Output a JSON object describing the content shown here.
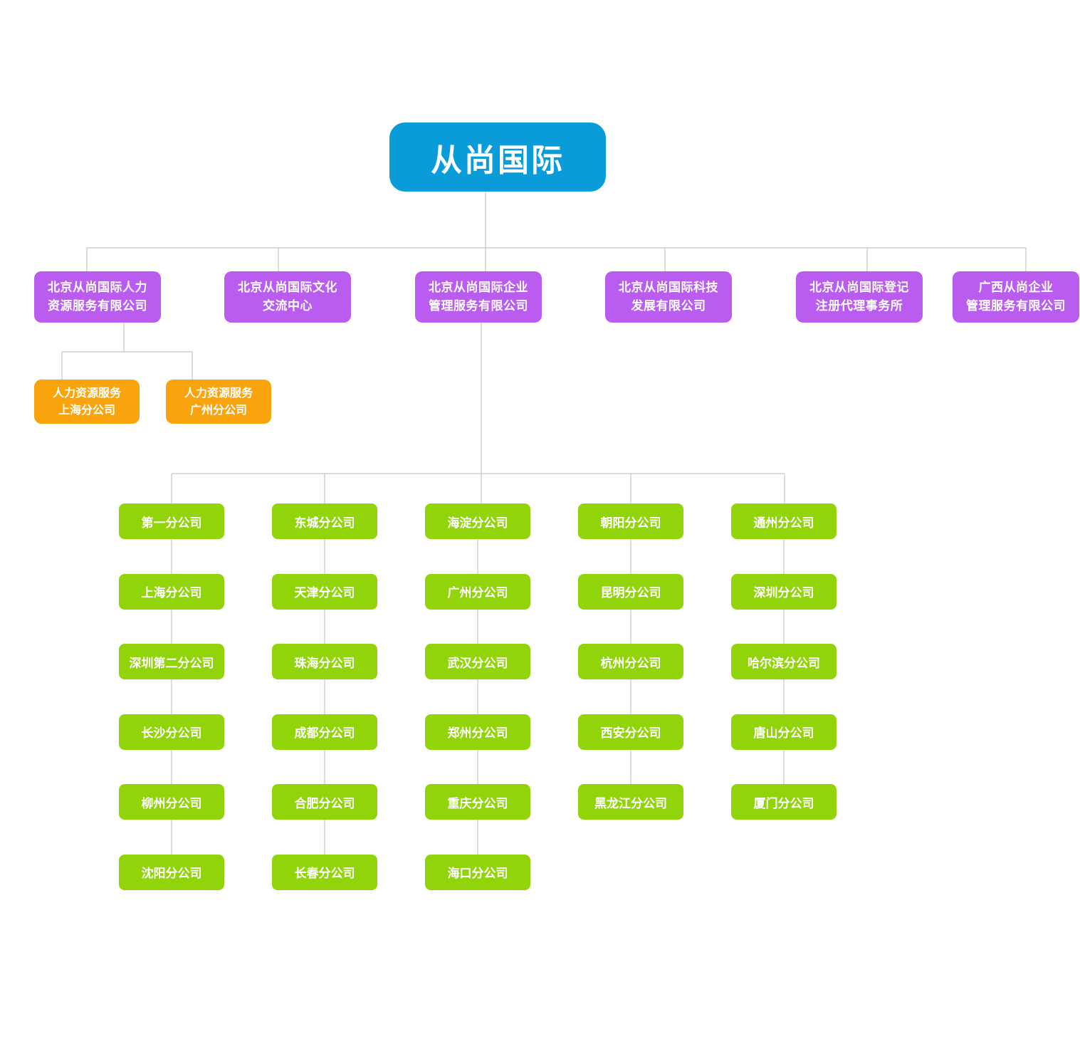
{
  "org_chart": {
    "root": {
      "label": "从尚国际"
    },
    "level2": [
      {
        "label": "北京从尚国际人力\n资源服务有限公司"
      },
      {
        "label": "北京从尚国际文化\n交流中心"
      },
      {
        "label": "北京从尚国际企业\n管理服务有限公司"
      },
      {
        "label": "北京从尚国际科技\n发展有限公司"
      },
      {
        "label": "北京从尚国际登记\n注册代理事务所"
      },
      {
        "label": "广西从尚企业\n管理服务有限公司"
      }
    ],
    "hr_branches": [
      {
        "label": "人力资源服务\n上海分公司"
      },
      {
        "label": "人力资源服务\n广州分公司"
      }
    ],
    "branch_columns": [
      [
        "第一分公司",
        "上海分公司",
        "深圳第二分公司",
        "长沙分公司",
        "柳州分公司",
        "沈阳分公司"
      ],
      [
        "东城分公司",
        "天津分公司",
        "珠海分公司",
        "成都分公司",
        "合肥分公司",
        "长春分公司"
      ],
      [
        "海淀分公司",
        "广州分公司",
        "武汉分公司",
        "郑州分公司",
        "重庆分公司",
        "海口分公司"
      ],
      [
        "朝阳分公司",
        "昆明分公司",
        "杭州分公司",
        "西安分公司",
        "黑龙江分公司"
      ],
      [
        "通州分公司",
        "深圳分公司",
        "哈尔滨分公司",
        "唐山分公司",
        "厦门分公司"
      ]
    ],
    "colors": {
      "root": "#0a9cd8",
      "level2": "#bb5cf0",
      "hr_branch": "#f9a40c",
      "branch": "#92d40a",
      "connector": "#c6c6c6"
    }
  }
}
